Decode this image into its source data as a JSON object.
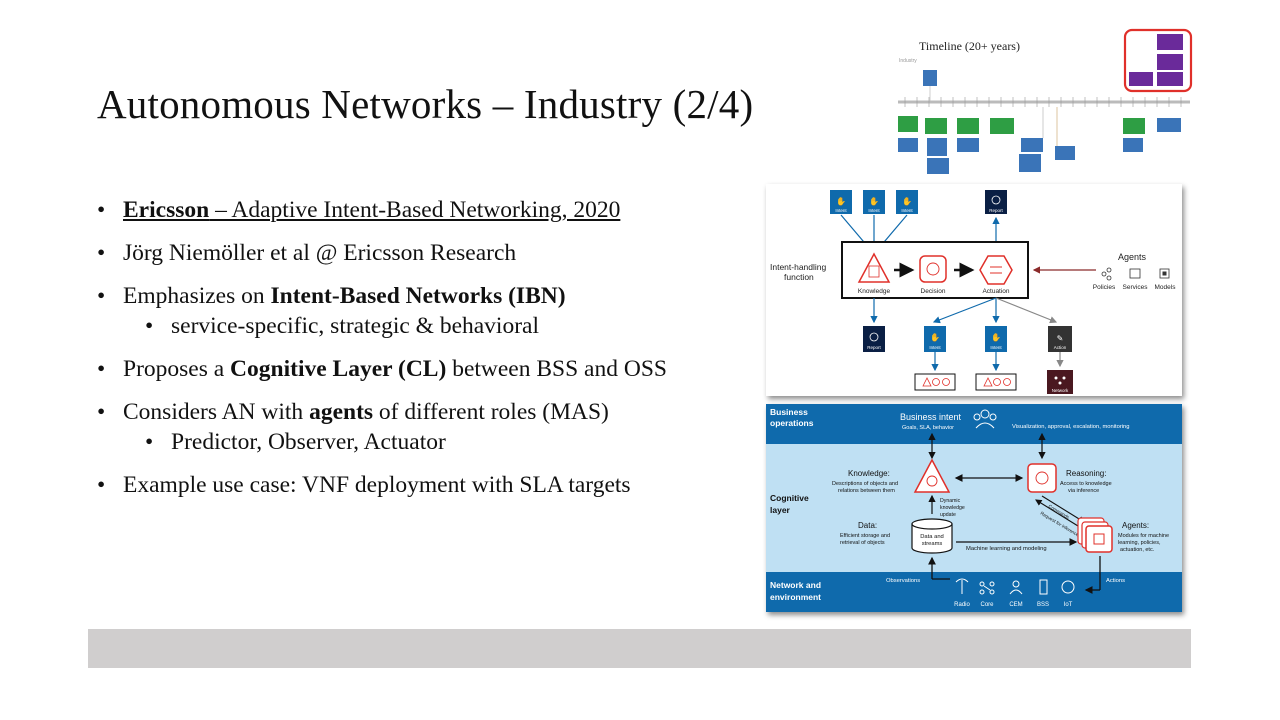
{
  "slide": {
    "title": "Autonomous Networks – Industry (2/4)",
    "bullets": [
      {
        "bold_underlined": "Ericsson",
        "underlined": " – Adaptive Intent-Based Networking, 2020"
      },
      {
        "text": "Jörg Niemöller et al @ Ericsson Research"
      },
      {
        "pre": "Emphasizes on ",
        "bold": "Intent-Based Networks (IBN)",
        "post": ""
      },
      {
        "text": "service-specific, strategic & behavioral"
      },
      {
        "pre": "Proposes a ",
        "bold": "Cognitive Layer (CL)",
        "post": " between BSS and OSS"
      },
      {
        "pre": "Considers AN with ",
        "bold": "agents",
        "post": " of different roles (MAS)"
      },
      {
        "text": "Predictor, Observer, Actuator"
      },
      {
        "text": "Example use case: VNF deployment with SLA targets"
      }
    ]
  },
  "timeline": {
    "title": "Timeline (20+ years)",
    "industry_label": "Industry"
  },
  "diagram1": {
    "intent_label": "Intent",
    "report_label": "Report",
    "function_label": "Intent-handling\nfunction",
    "knowledge": "Knowledge",
    "decision": "Decision",
    "actuation": "Actuation",
    "agents_title": "Agents",
    "policies": "Policies",
    "services": "Services",
    "models": "Models",
    "action": "Action",
    "network": "Network"
  },
  "diagram2": {
    "business_operations": "Business\noperations",
    "business_intent": "Business intent",
    "business_intent_sub": "Goals, SLA, behavior",
    "visualization": "Visualization, approval, escalation, monitoring",
    "cognitive_layer": "Cognitive\nlayer",
    "knowledge_title": "Knowledge:",
    "knowledge_desc": "Descriptions of objects and\nrelations between them",
    "reasoning_title": "Reasoning:",
    "reasoning_desc": "Access to knowledge\nvia inference",
    "dynamic_update": "Dynamic\nknowledge\nupdate",
    "commands": "Commands",
    "request_inference": "Request for inference",
    "data_title": "Data:",
    "data_desc": "Efficient storage and\nretrieval of objects",
    "data_streams": "Data and\nstreams",
    "ml_modeling": "Machine learning and modeling",
    "agents_title": "Agents:",
    "agents_desc": "Modules for machine\nlearning, policies,\nactuation, etc.",
    "network_env": "Network and\nenvironment",
    "observations": "Observations",
    "actions": "Actions",
    "radio": "Radio",
    "core": "Core",
    "cem": "CEM",
    "bss": "BSS",
    "iot": "IoT"
  },
  "colors": {
    "ericsson_blue": "#0f6aac",
    "dark_navy": "#0a1f44",
    "alert_red": "#e0302a",
    "timeline_green": "#2e9e44",
    "timeline_blue": "#3a74b8",
    "timeline_purple": "#6a2a9a",
    "bottom_bar": "#d0cece"
  }
}
